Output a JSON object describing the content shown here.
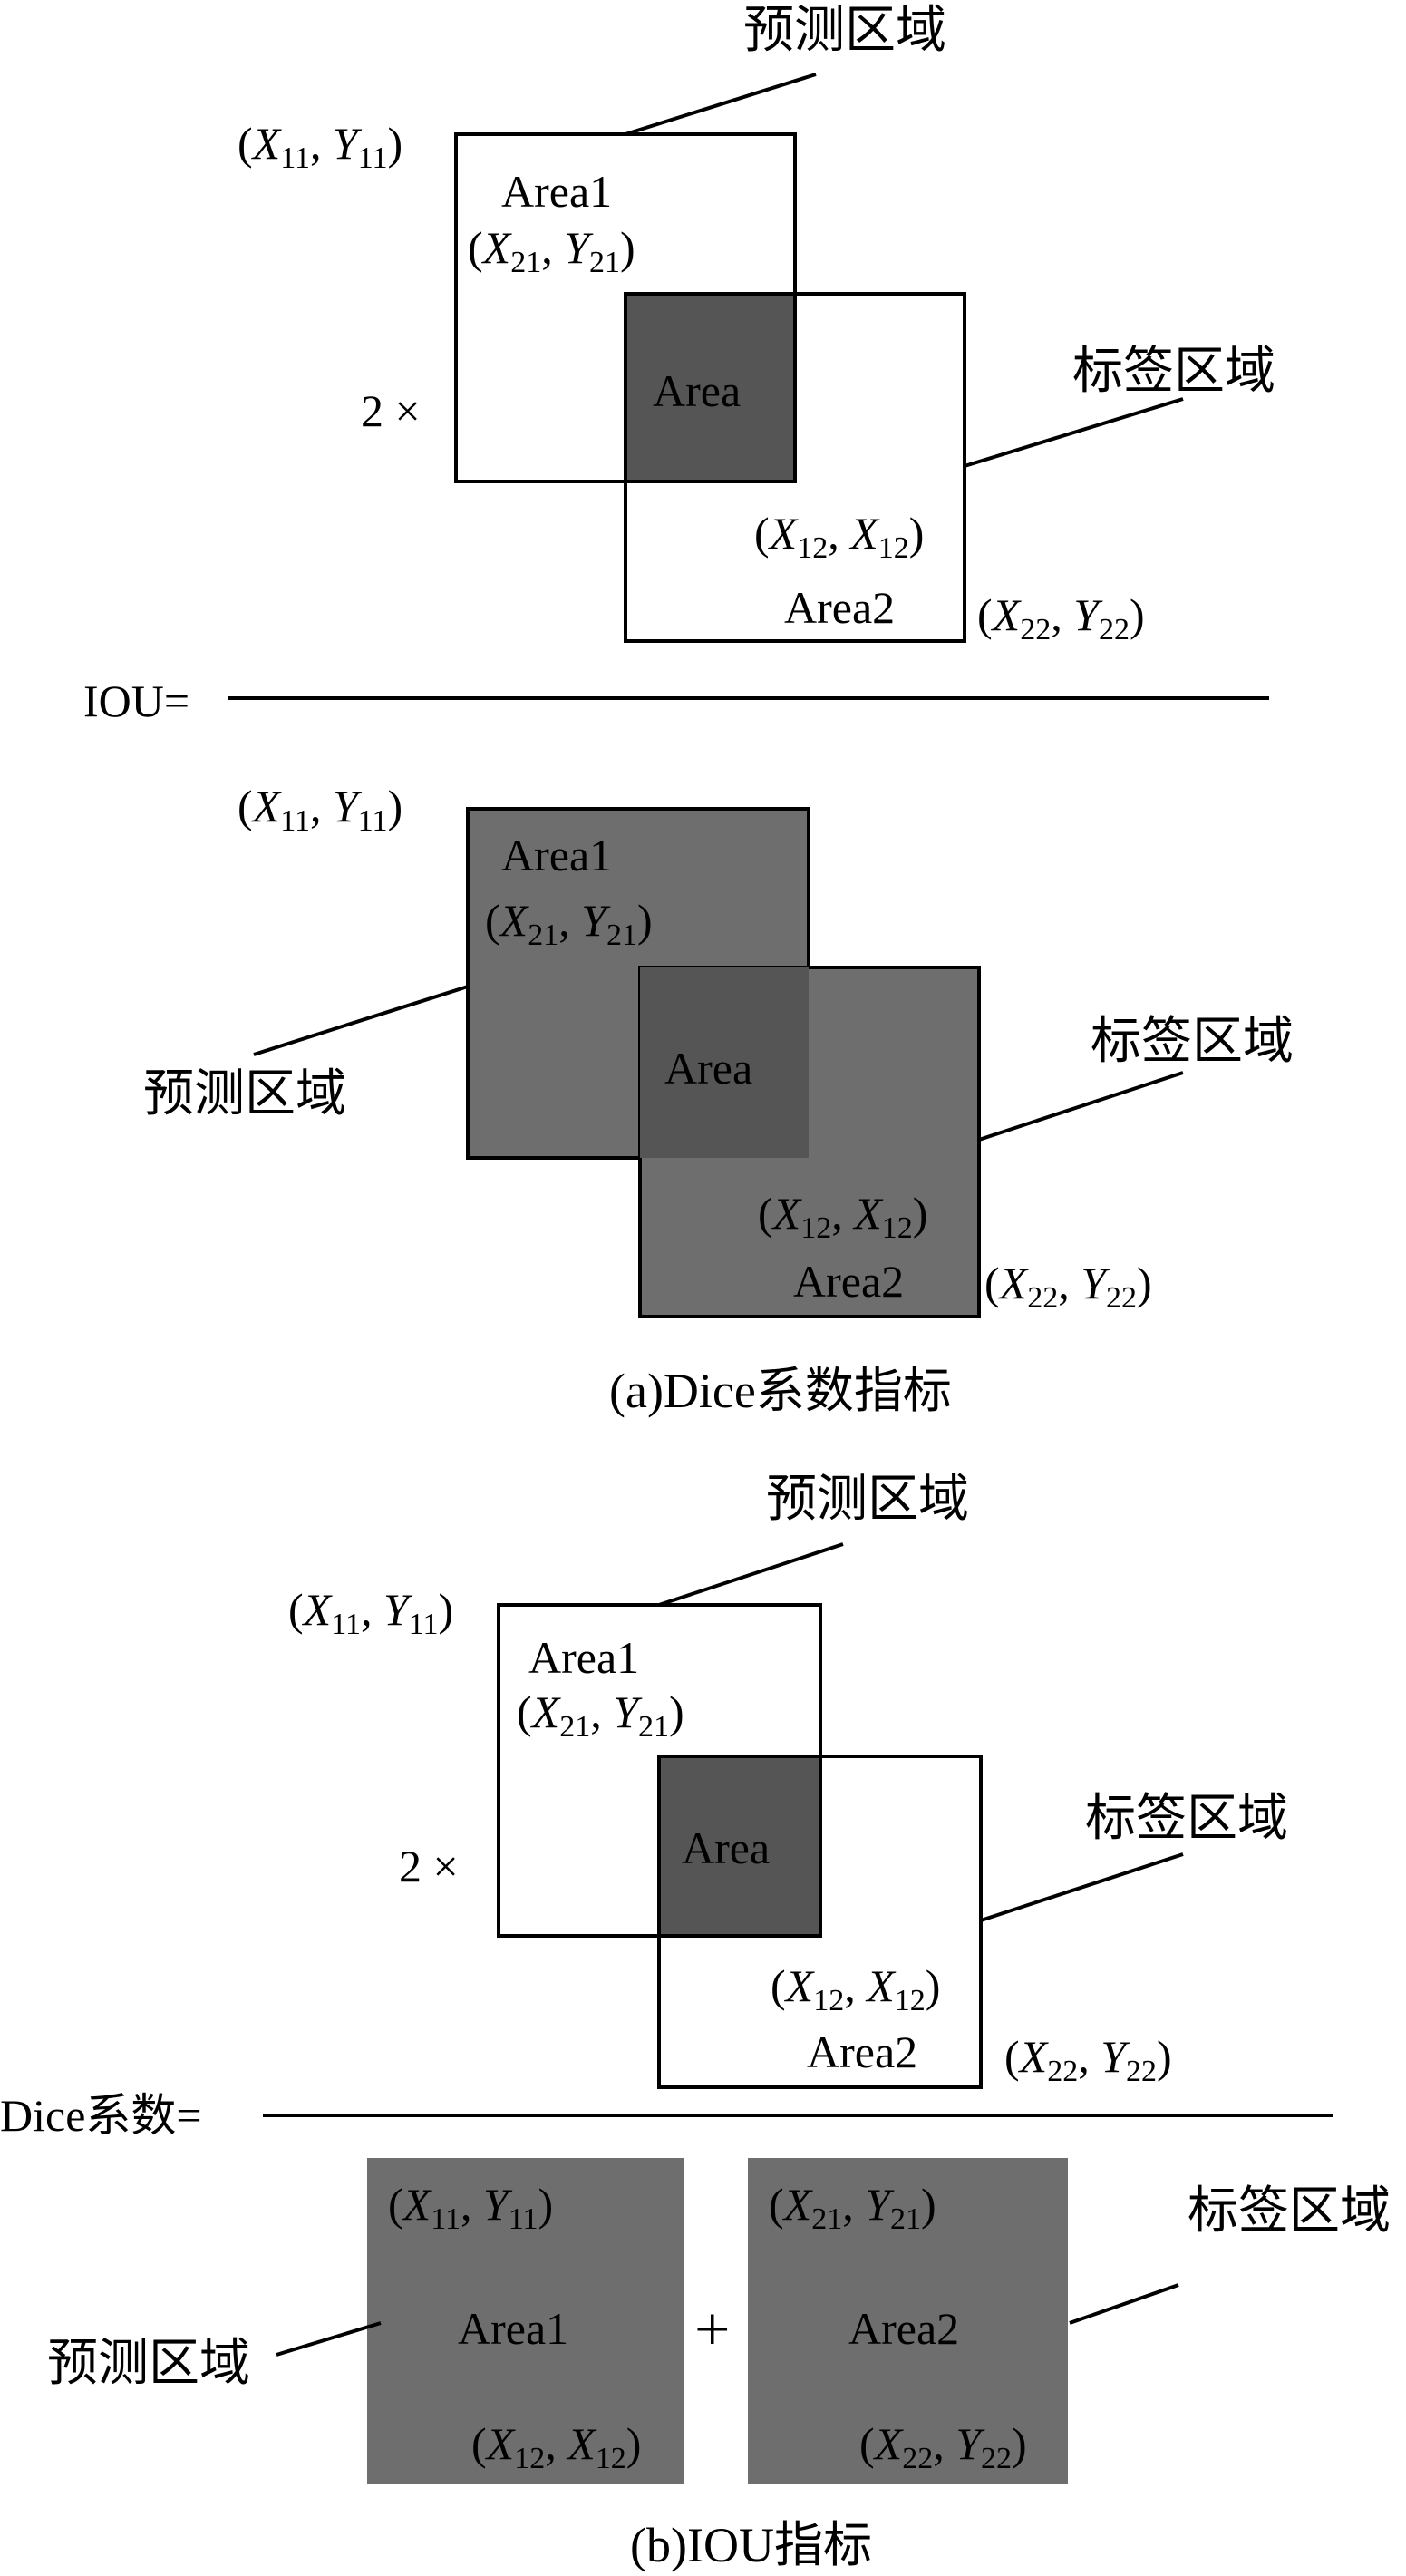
{
  "colors": {
    "overlap": "#555555",
    "filled_box": "#6e6e6e",
    "stroke": "#000000",
    "background": "#ffffff"
  },
  "labels": {
    "pred": "预测区域",
    "gt": "标签区域",
    "area": "Area",
    "area1": "Area1",
    "area2": "Area2",
    "two_times": "2 ×",
    "plus": "+",
    "iou_eq": "IOU=",
    "dice_eq": "Dice系数=",
    "caption_a": "(a)Dice系数指标",
    "caption_b": "(b)IOU指标"
  },
  "coords": {
    "p11": {
      "X": "X",
      "Y": "Y",
      "sub": "11"
    },
    "p21": {
      "X": "X",
      "Y": "Y",
      "sub": "21"
    },
    "p12": {
      "X": "X",
      "Y": "X",
      "sub": "12"
    },
    "p22": {
      "X": "X",
      "Y": "Y",
      "sub": "22"
    }
  }
}
